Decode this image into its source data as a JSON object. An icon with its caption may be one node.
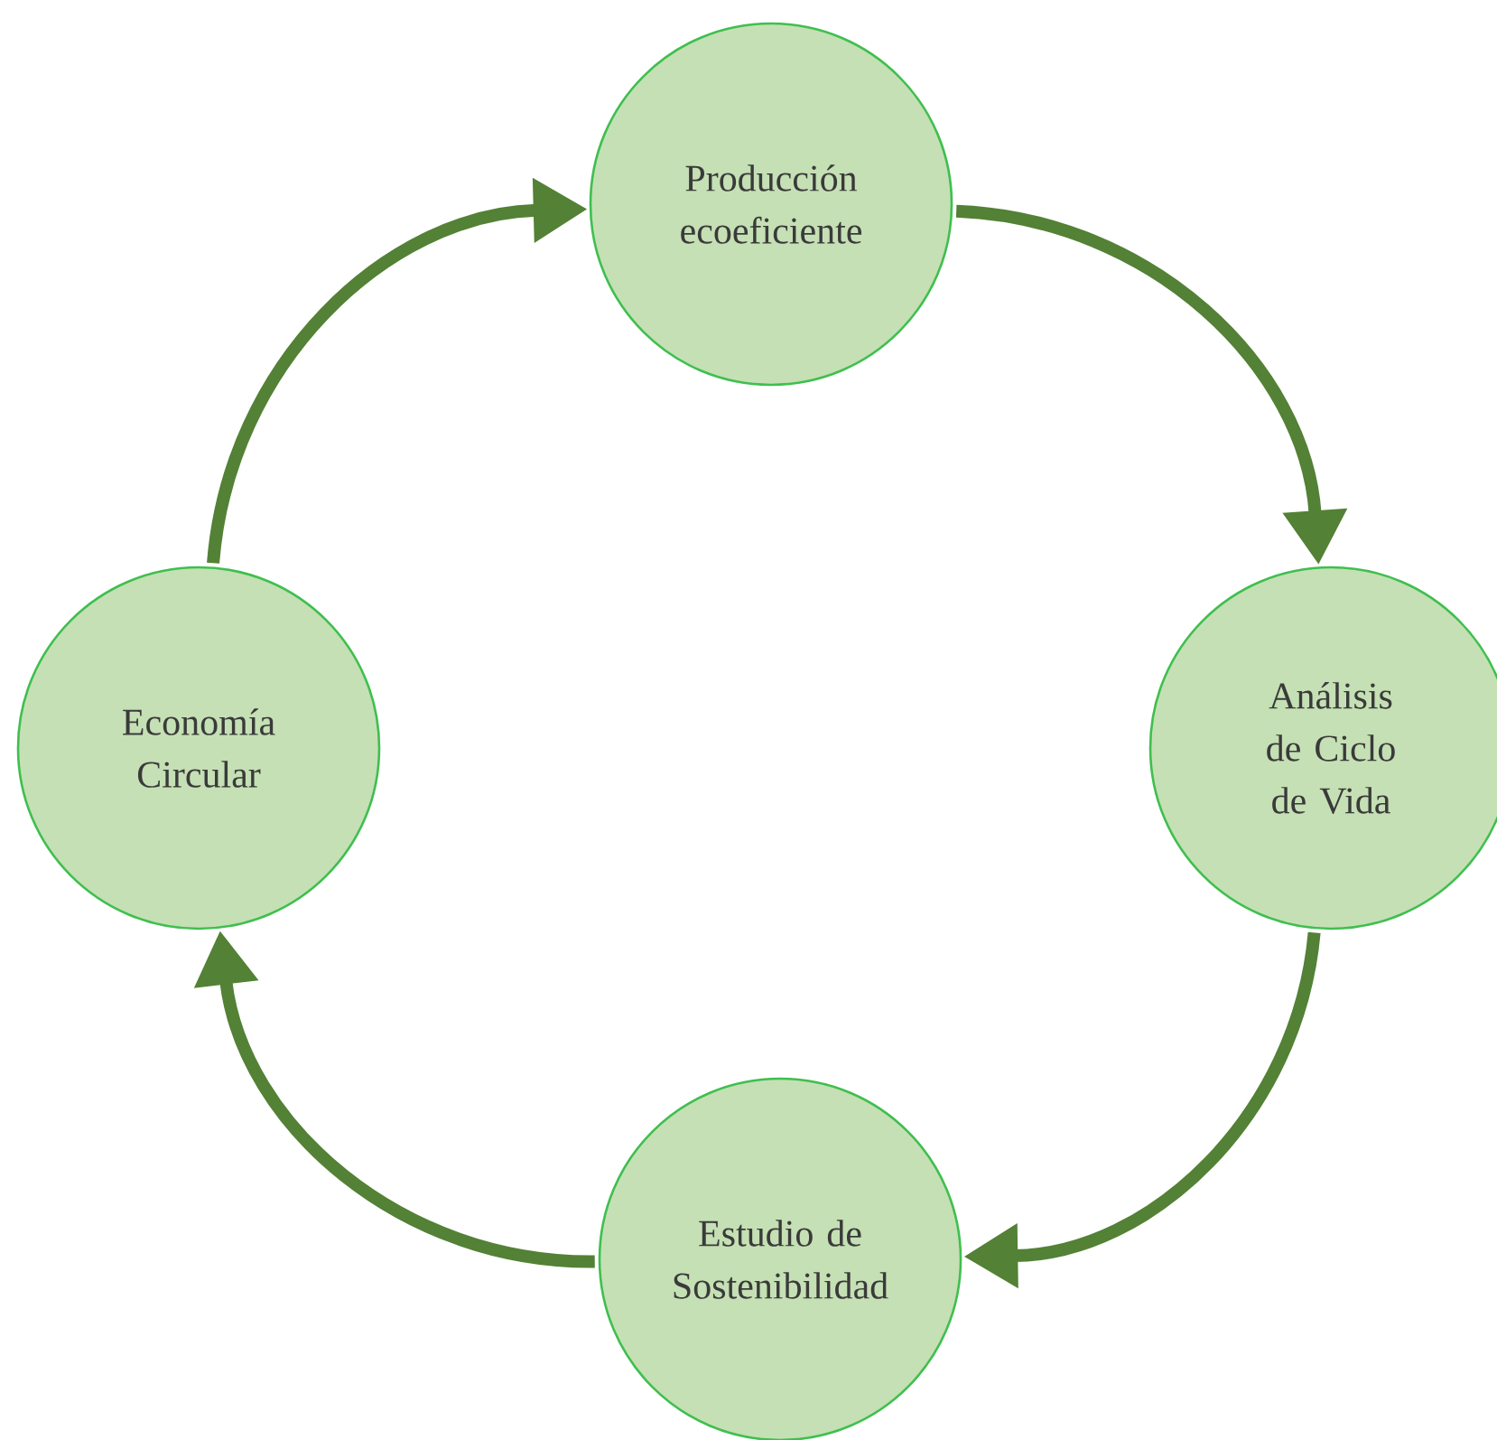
{
  "diagram": {
    "nodes": [
      {
        "text": [
          "Producción ecoeficiente"
        ]
      },
      {
        "text": [
          "Análisis de Ciclo de Vida"
        ]
      },
      {
        "text": [
          "Estudio de Sostenibilidad"
        ]
      },
      {
        "text": [
          "Economía Circular"
        ]
      }
    ],
    "edges": [
      {
        "from": 0,
        "to": 1,
        "arrow": "to"
      },
      {
        "from": 1,
        "to": 2,
        "arrow": "to"
      },
      {
        "from": 2,
        "to": 3,
        "arrow": "to"
      },
      {
        "from": 3,
        "to": 0,
        "arrow": "to"
      }
    ]
  }
}
